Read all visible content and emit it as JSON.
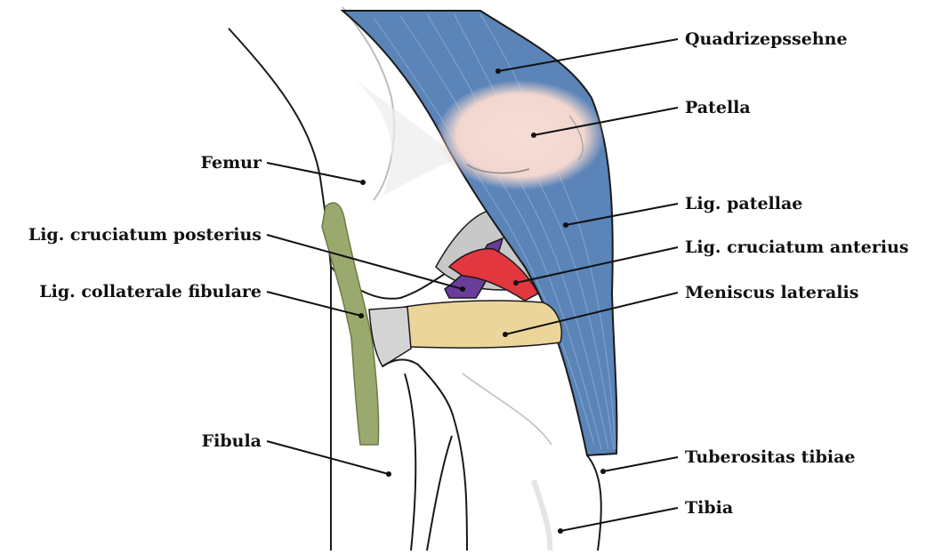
{
  "labels": {
    "quadrizepssehne": "Quadrizepssehne",
    "patella": "Patella",
    "femur": "Femur",
    "lig_patellae": "Lig. patellae",
    "lig_cruciatum_posterius": "Lig. cruciatum posterius",
    "lig_cruciatum_anterius": "Lig. cruciatum anterius",
    "lig_collaterale_fibulare": "Lig. collaterale fibulare",
    "meniscus_lateralis": "Meniscus lateralis",
    "fibula": "Fibula",
    "tuberositas_tibiae": "Tuberositas tibiae",
    "tibia": "Tibia"
  },
  "colors": {
    "tendon": "#5b84b8",
    "patella": "#f2d7cf",
    "collateral": "#9aaa6e",
    "meniscus": "#ecd59a",
    "acl": "#e2373f",
    "pcl": "#6a3d9a",
    "bone_shade": "#dcdcdc",
    "outline": "#1a1a1a"
  }
}
